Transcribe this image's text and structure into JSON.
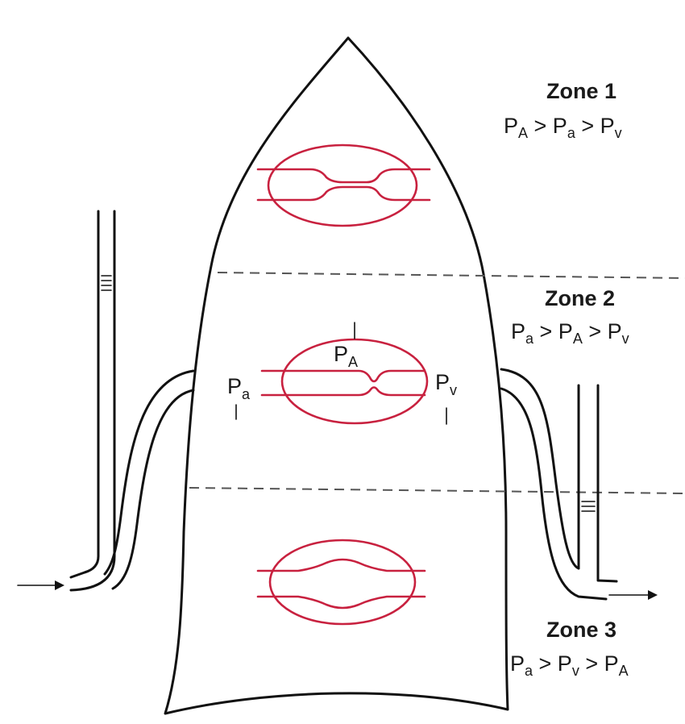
{
  "zones": [
    {
      "title": "Zone 1",
      "condition": [
        {
          "main": "P",
          "sub": "A"
        },
        {
          "main": " > P",
          "sub": "a"
        },
        {
          "main": " > P",
          "sub": "v"
        }
      ]
    },
    {
      "title": "Zone 2",
      "condition": [
        {
          "main": "P",
          "sub": "a"
        },
        {
          "main": " > P",
          "sub": "A"
        },
        {
          "main": " > P",
          "sub": "v"
        }
      ]
    },
    {
      "title": "Zone 3",
      "condition": [
        {
          "main": "P",
          "sub": "a"
        },
        {
          "main": " > P",
          "sub": "v"
        },
        {
          "main": " > P",
          "sub": "A"
        }
      ]
    }
  ],
  "pressure_labels": {
    "alveolar": {
      "main": "P",
      "sub": "A"
    },
    "arterial": {
      "main": "P",
      "sub": "a"
    },
    "venous": {
      "main": "P",
      "sub": "v"
    }
  },
  "colors": {
    "vessel": "#c8213f",
    "outline": "#111111",
    "zone_boundary": "#555555"
  }
}
